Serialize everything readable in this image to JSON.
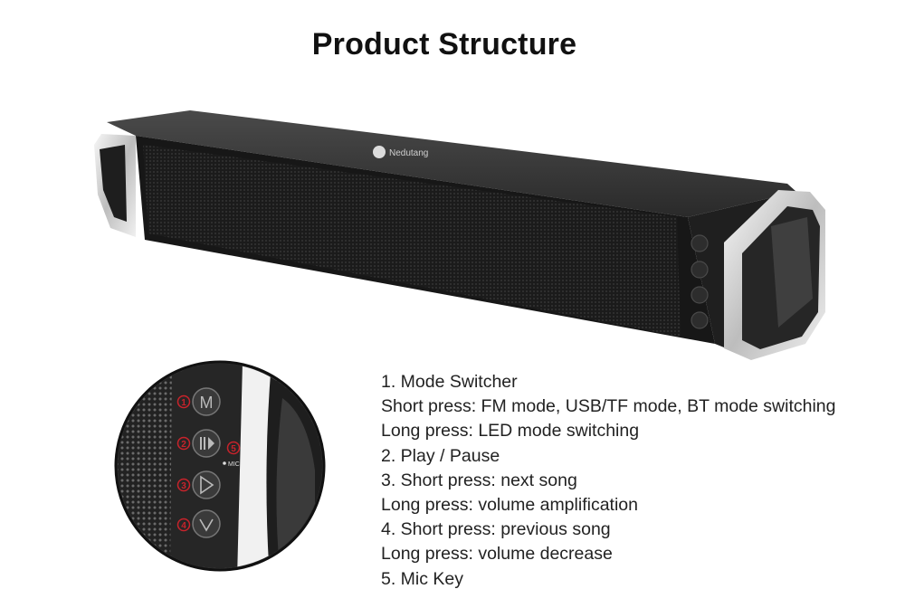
{
  "heading": "Product Structure",
  "brand_logo_text": "Nedutang",
  "callouts": [
    {
      "number": "1",
      "icon": "mode-m-icon"
    },
    {
      "number": "2",
      "icon": "play-pause-icon"
    },
    {
      "number": "3",
      "icon": "next-arrow-icon"
    },
    {
      "number": "4",
      "icon": "previous-arrow-icon"
    },
    {
      "number": "5",
      "icon": "mic-hole"
    }
  ],
  "mic_label": "MIC",
  "feature_lines": [
    "1. Mode Switcher",
    "Short press: FM mode, USB/TF mode, BT mode switching",
    "Long press: LED mode switching",
    "2. Play / Pause",
    "3. Short press: next song",
    "Long press: volume amplification",
    "4. Short press: previous song",
    "Long press: volume decrease",
    "5. Mic Key"
  ],
  "colors": {
    "speaker_body": "#1c1c1c",
    "grille": "#2a2a2a",
    "silver_trim": "#e6e6e6",
    "callout_red": "#c8232b"
  }
}
